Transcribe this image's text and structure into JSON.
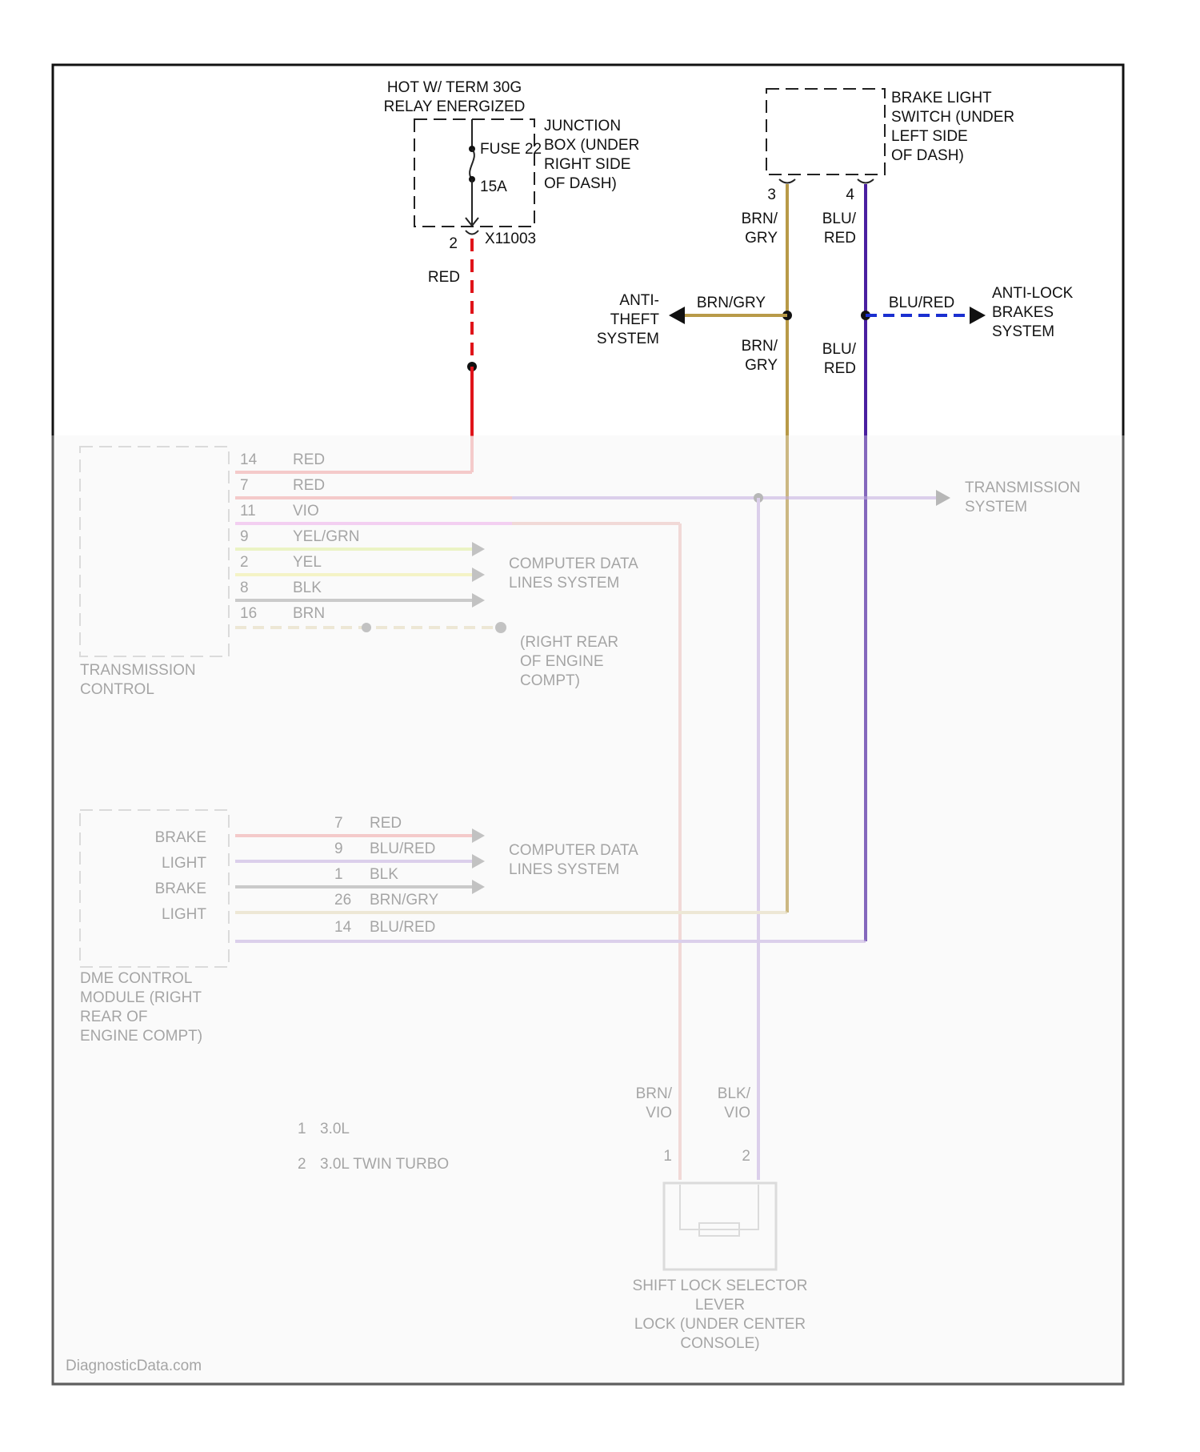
{
  "diagram": {
    "fuse": {
      "hot_label": "HOT W/ TERM 30G",
      "relay_label": "RELAY ENERGIZED",
      "fuse_label": "FUSE 22",
      "amp_label": "15A",
      "box_label_1": "JUNCTION",
      "box_label_2": "BOX (UNDER",
      "box_label_3": "RIGHT SIDE",
      "box_label_4": "OF DASH)",
      "pin": "2",
      "connector": "X11003",
      "wire_color_label": "RED"
    },
    "brake_switch": {
      "label_1": "BRAKE LIGHT",
      "label_2": "SWITCH (UNDER",
      "label_3": "LEFT SIDE",
      "label_4": "OF DASH)",
      "pin_3": "3",
      "pin_4": "4",
      "brn_gry_1": "BRN/",
      "brn_gry_2": "GRY",
      "blu_red_1": "BLU/",
      "blu_red_2": "RED"
    },
    "anti_theft": {
      "label_1": "ANTI-",
      "label_2": "THEFT",
      "label_3": "SYSTEM",
      "wire_label": "BRN/GRY"
    },
    "anti_lock": {
      "label_1": "ANTI-LOCK",
      "label_2": "BRAKES",
      "label_3": "SYSTEM",
      "wire_label": "BLU/RED"
    },
    "lower_section": {
      "trans_wires": [
        {
          "pin": "14",
          "color_label": "RED"
        },
        {
          "pin": "7",
          "color_label": "RED"
        },
        {
          "pin": "11",
          "color_label": "VIO"
        },
        {
          "pin": "9",
          "color_label": "YEL/GRN"
        },
        {
          "pin": "2",
          "color_label": "YEL"
        },
        {
          "pin": "8",
          "color_label": "BLK"
        },
        {
          "pin": "16",
          "color_label": "BRN"
        }
      ],
      "computer_data_1": "COMPUTER DATA",
      "computer_data_2": "LINES SYSTEM",
      "ground_1": "(RIGHT REAR",
      "ground_2": "OF ENGINE",
      "ground_3": "COMPT)",
      "trans_label_1": "TRANSMISSION",
      "trans_label_2": "CONTROL",
      "transmission_system_1": "TRANSMISSION",
      "transmission_system_2": "SYSTEM",
      "dme_labels": [
        "BRAKE",
        "LIGHT",
        "BRAKE",
        "LIGHT"
      ],
      "dme_label_1": "DME CONTROL",
      "dme_label_2": "MODULE (RIGHT",
      "dme_label_3": "REAR OF",
      "dme_label_4": "ENGINE COMPT)",
      "dme_wires": [
        {
          "pin": "7",
          "color_label": "RED"
        },
        {
          "pin": "9",
          "color_label": "BLU/RED"
        },
        {
          "pin": "1",
          "color_label": "BLK"
        },
        {
          "pin": "26",
          "color_label": "BRN/GRY"
        },
        {
          "pin": "14",
          "color_label": "BLU/RED"
        }
      ],
      "dme_computer_data_1": "COMPUTER DATA",
      "dme_computer_data_2": "LINES SYSTEM",
      "note_1_num": "1",
      "note_1_text": "3.0L",
      "note_2_num": "2",
      "note_2_text": "3.0L TWIN TURBO",
      "shift_brn_vio_1": "BRN/",
      "shift_brn_vio_2": "VIO",
      "shift_blk_vio_1": "BLK/",
      "shift_blk_vio_2": "VIO",
      "shift_pin_a": "1",
      "shift_pin_b": "2",
      "shift_label_1": "SHIFT LOCK SELECTOR",
      "shift_label_2": "LEVER",
      "shift_label_3": "LOCK (UNDER CENTER",
      "shift_label_4": "CONSOLE)",
      "watermark": "DiagnosticData.com"
    },
    "colors": {
      "red": "#e0141a",
      "tan": "#b89a48",
      "purple": "#4a1fa0",
      "blue": "#1a2fd0",
      "pink": "#f07a7a",
      "violet": "#a88ad8",
      "magenta": "#ee8ae8",
      "yellow_green": "#d6ec6a",
      "yellow": "#f0ee70",
      "gray": "#7c7c7c",
      "beige": "#dccc9a",
      "light_pink": "#e8a6a0"
    }
  }
}
